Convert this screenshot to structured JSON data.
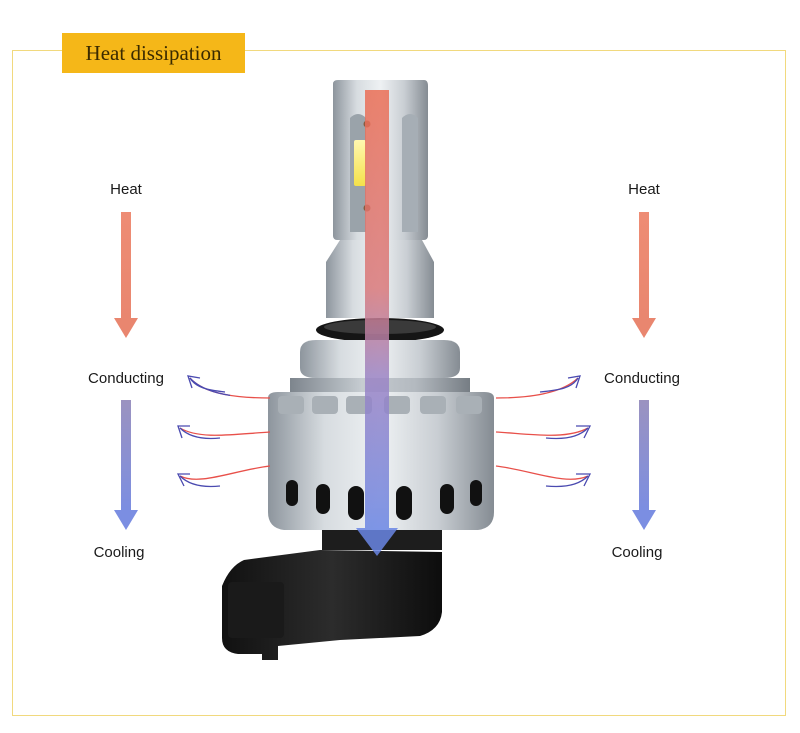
{
  "title": "Heat dissipation",
  "left": {
    "heat": "Heat",
    "conducting": "Conducting",
    "cooling": "Cooling"
  },
  "right": {
    "heat": "Heat",
    "conducting": "Conducting",
    "cooling": "Cooling"
  },
  "colors": {
    "badge": "#f5b718",
    "frame": "#f1d97e",
    "heat_arrow": "#ec8c76",
    "cool_arrow": "#7f8fde",
    "flow_red": "#e8504a",
    "flow_blue": "#4a4ab0"
  },
  "icons": [
    "led-bulb-icon",
    "heat-arrow-icon",
    "cooling-arrow-icon",
    "airflow-curve-icon"
  ]
}
